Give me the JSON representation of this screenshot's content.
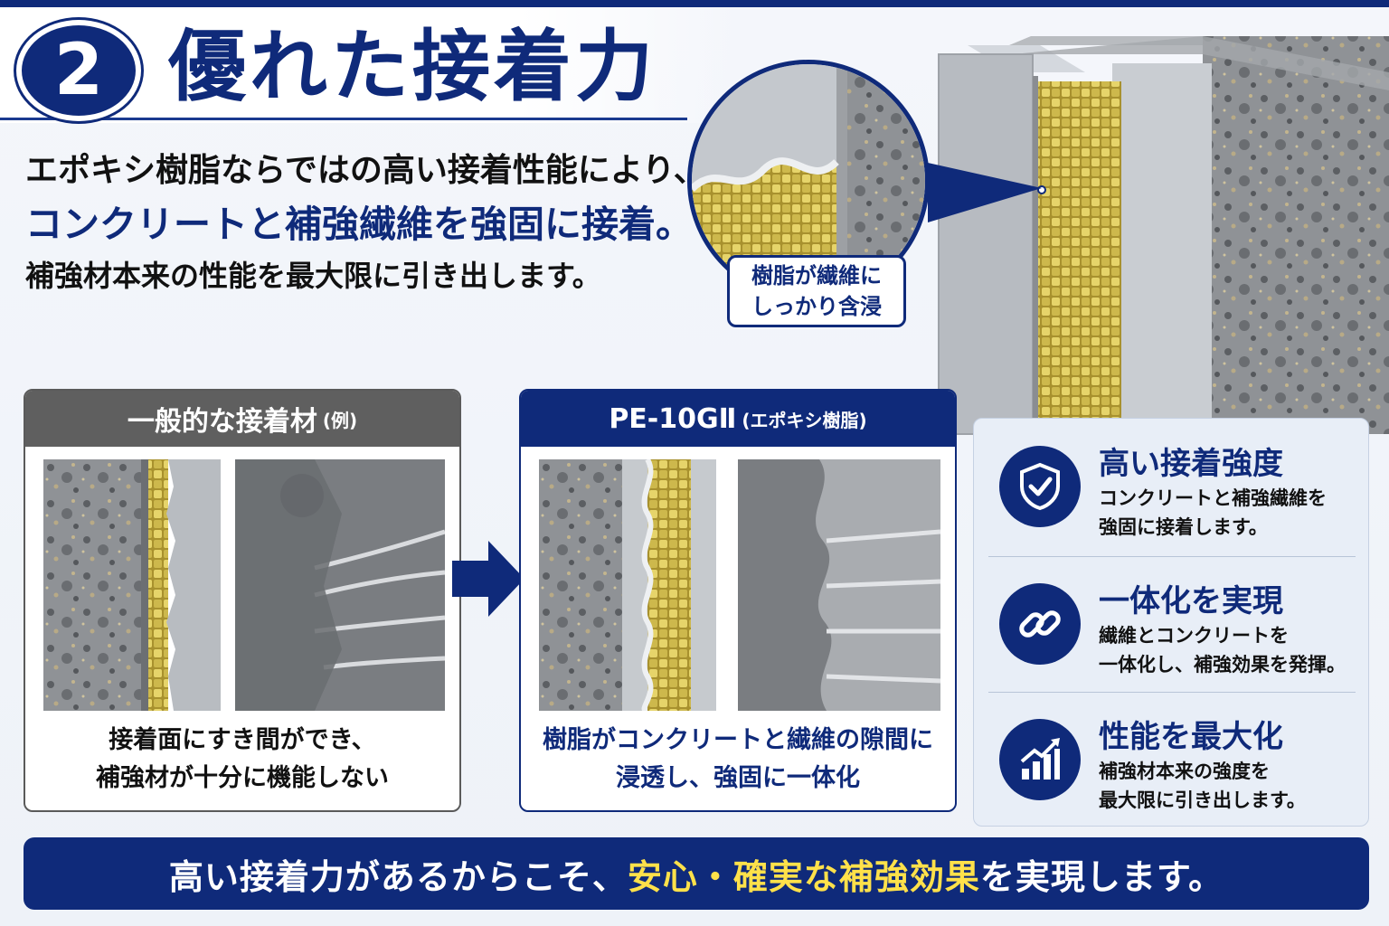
{
  "header": {
    "number": "2",
    "title": "優れた接着力"
  },
  "intro": {
    "line1": "エポキシ樹脂ならではの高い接着性能により、",
    "line2": "コンクリートと補強繊維を強固に接着。",
    "line3": "補強材本来の性能を最大限に引き出します。"
  },
  "hero": {
    "callout_line1": "樹脂が繊維に",
    "callout_line2": "しっかり含浸"
  },
  "compare": {
    "general": {
      "title": "一般的な接着材",
      "title_note": "(例)",
      "text_line1": "接着面にすき間ができ、",
      "text_line2": "補強材が十分に機能しない"
    },
    "product": {
      "title": "PE-10GⅡ",
      "title_note": "(エポキシ樹脂)",
      "text_line1": "樹脂がコンクリートと繊維の隙間に",
      "text_line2": "浸透し、強固に一体化"
    }
  },
  "features": [
    {
      "icon": "shield-check-icon",
      "title": "高い接着強度",
      "desc1": "コンクリートと補強繊維を",
      "desc2": "強固に接着します。"
    },
    {
      "icon": "chain-link-icon",
      "title": "一体化を実現",
      "desc1": "繊維とコンクリートを",
      "desc2": "一体化し、補強効果を発揮。"
    },
    {
      "icon": "growth-chart-icon",
      "title": "性能を最大化",
      "desc1": "補強材本来の強度を",
      "desc2": "最大限に引き出します。"
    }
  ],
  "footer": {
    "before": "高い接着力があるからこそ、",
    "highlight": "安心・確実な補強効果",
    "after": "を実現します。"
  },
  "colors": {
    "navy": "#0f2a7a",
    "highlight": "#ffe14a",
    "fiber": "#d9c45a",
    "gray_header": "#5f5f5f"
  }
}
